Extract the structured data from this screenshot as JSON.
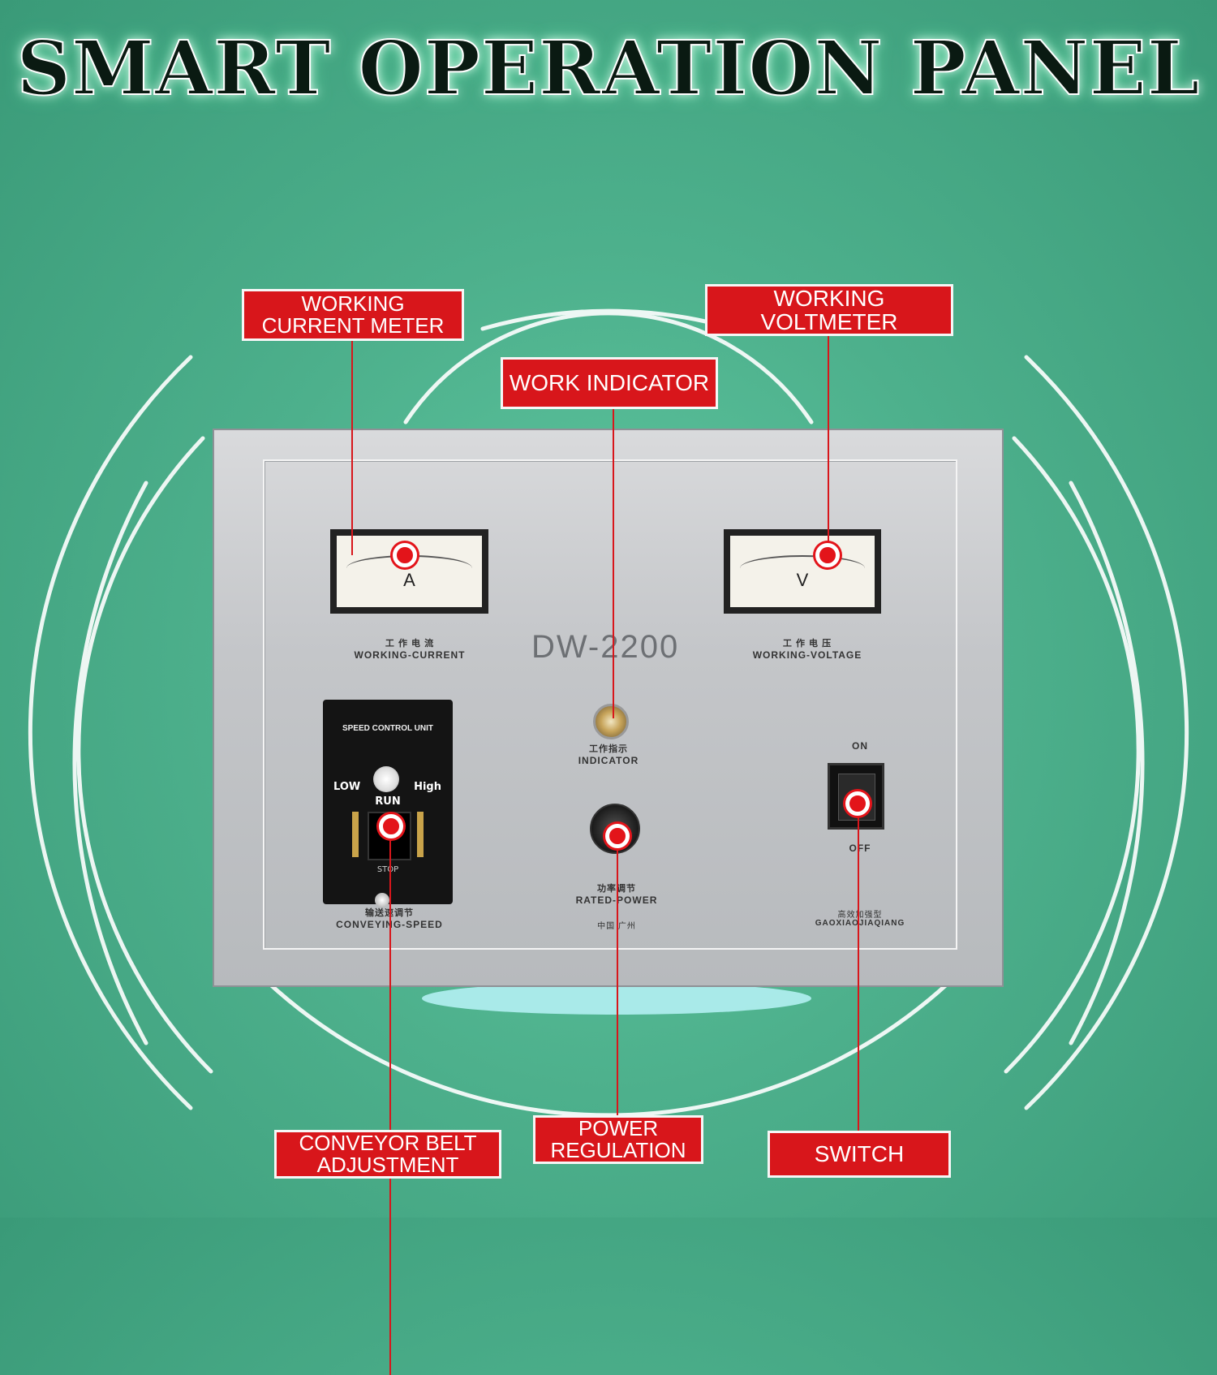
{
  "title": "SMART OPERATION PANEL",
  "callouts": {
    "working_current_meter": "WORKING\nCURRENT METER",
    "working_voltmeter": "WORKING VOLTMETER",
    "work_indicator": "WORK INDICATOR",
    "conveyor_belt_adjustment": "CONVEYOR BELT\nADJUSTMENT",
    "power_regulation": "POWER\nREGULATION",
    "switch": "SWITCH"
  },
  "panel": {
    "model": "DW-2200",
    "current_meter_unit": "A",
    "voltage_meter_unit": "V",
    "current_label_cn": "工 作 电 流",
    "current_label_en": "WORKING-CURRENT",
    "voltage_label_cn": "工 作 电 压",
    "voltage_label_en": "WORKING-VOLTAGE",
    "indicator_label_cn": "工作指示",
    "indicator_label_en": "INDICATOR",
    "speed_unit_header": "SPEED CONTROL UNIT",
    "speed_low": "LOW",
    "speed_high": "High",
    "speed_run": "RUN",
    "speed_stop": "STOP",
    "conveying_label_cn": "输送速调节",
    "conveying_label_en": "CONVEYING-SPEED",
    "power_label_cn": "功率调节",
    "power_label_en": "RATED-POWER",
    "origin_label": "中国 广州",
    "switch_on": "ON",
    "switch_off": "OFF",
    "brand_label_cn": "高效加强型",
    "brand_label_en": "GAOXIAOJIAQIANG"
  },
  "colors": {
    "background": "#4db08c",
    "callout_red": "#d8161b",
    "panel_steel": "#c4c6c9"
  }
}
